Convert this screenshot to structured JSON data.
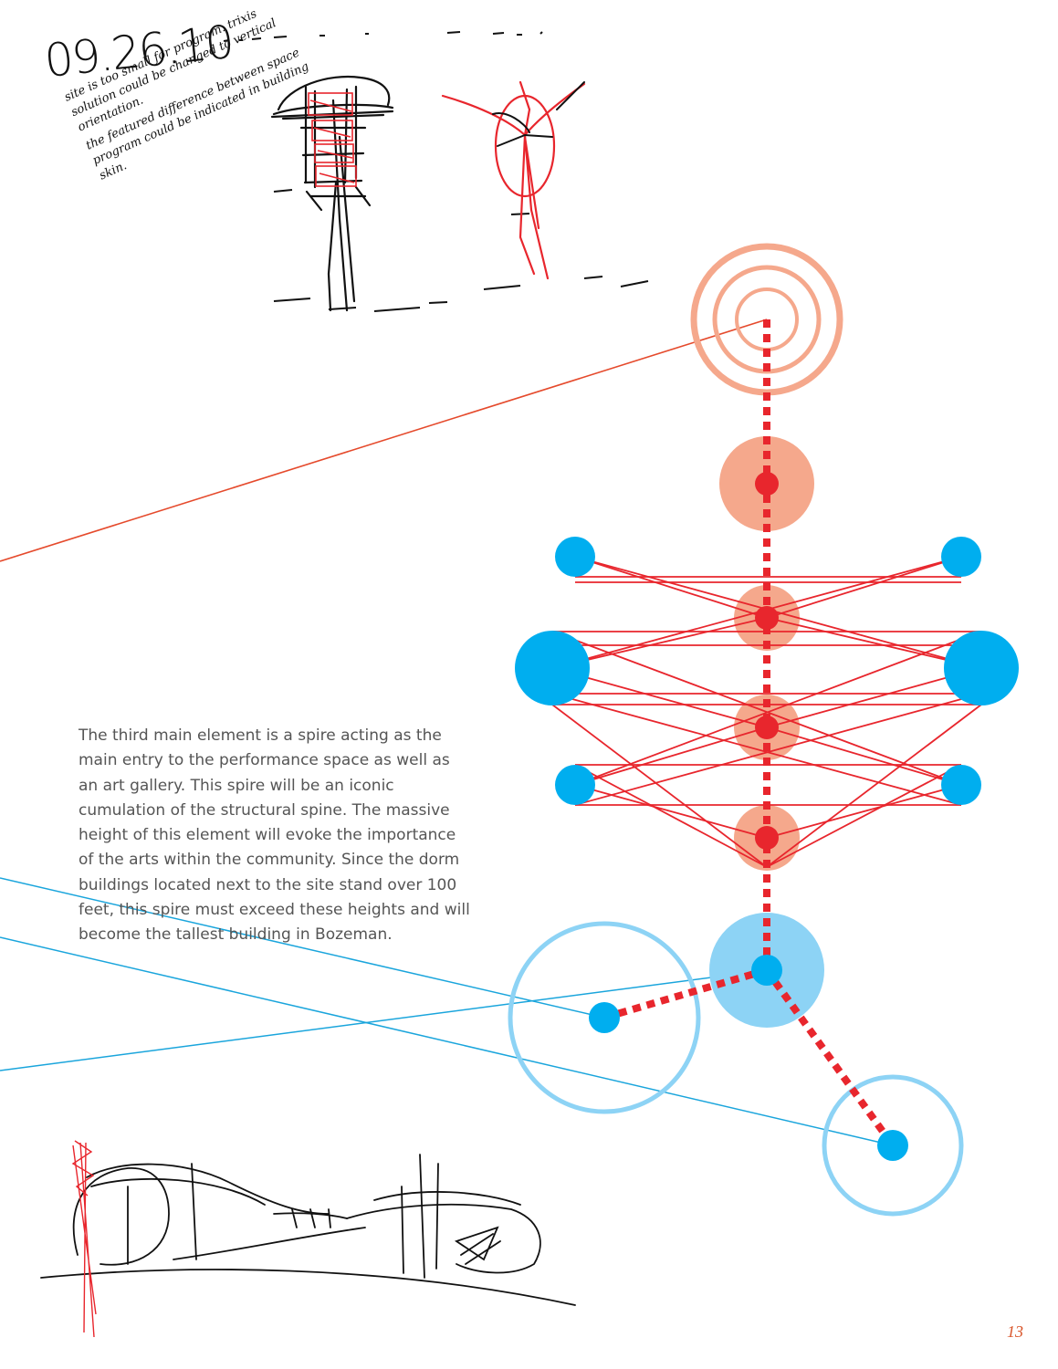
{
  "sketch": {
    "date": "09.26.10",
    "note_1": "site is too small for program. trixis solution could be changed to vertical orientation.",
    "note_2": "the featured difference between space program could be indicated in building skin."
  },
  "body": {
    "paragraph": "The third main element is a spire acting as the main entry to the performance space as well as an art gallery.  This spire will be an iconic cumulation of the structural spine.  The massive height of this element will evoke the importance of the arts within the community.  Since the dorm buildings located next to the site stand over 100 feet, this spire must exceed these heights and will become the tallest building in Bozeman."
  },
  "page": {
    "number": "13"
  },
  "colors": {
    "salmon": "#f5a88c",
    "red": "#e8262d",
    "line_red": "#e54a2c",
    "blue": "#00aeef",
    "light_blue": "#8dd3f5",
    "ink": "#111111"
  }
}
